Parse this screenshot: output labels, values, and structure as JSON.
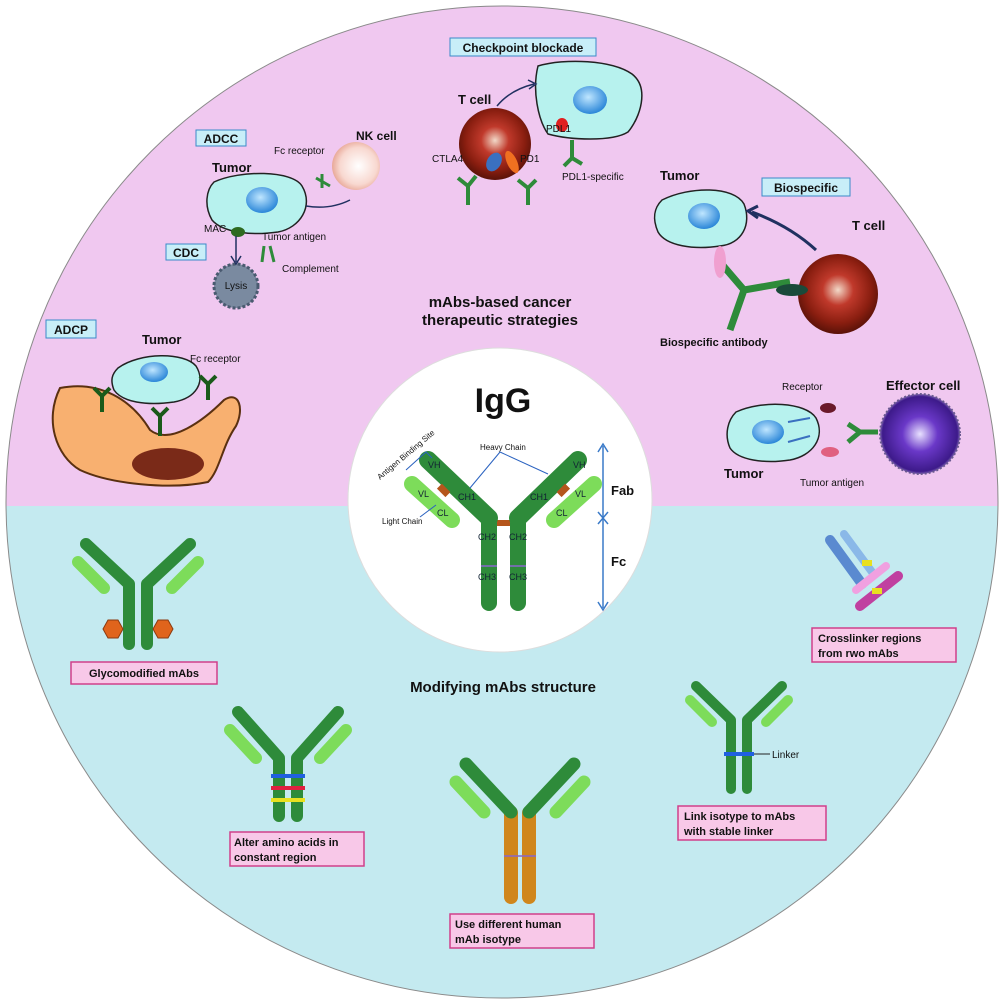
{
  "center": {
    "title": "IgG",
    "fab_label": "Fab",
    "fc_label": "Fc",
    "heavy_chain": "Heavy Chain",
    "light_chain": "Light Chain",
    "antigen_site": "Antigen Binding Site",
    "domains": {
      "vh": "VH",
      "vl": "VL",
      "ch1": "CH1",
      "cl": "CL",
      "ch2": "CH2",
      "ch3": "CH3"
    }
  },
  "top": {
    "heading_line1": "mAbs-based cancer",
    "heading_line2": "therapeutic strategies",
    "checkpoint": {
      "tag": "Checkpoint blockade",
      "t_cell": "T cell",
      "pdl1": "PDL1",
      "ctla4": "CTLA4",
      "pd1": "PD1",
      "pdl1_specific": "PDL1-specific"
    },
    "adcc": {
      "tag": "ADCC",
      "nk_cell": "NK cell",
      "fc_receptor": "Fc receptor",
      "tumor": "Tumor",
      "mac": "MAC",
      "tumor_antigen": "Tumor antigen",
      "complement": "Complement",
      "lysis": "Lysis"
    },
    "cdc": {
      "tag": "CDC"
    },
    "biospecific": {
      "tag": "Biospecific",
      "tumor": "Tumor",
      "t_cell": "T cell",
      "antibody": "Biospecific antibody"
    },
    "adcp": {
      "tag": "ADCP",
      "tumor": "Tumor",
      "fc_receptor": "Fc receptor"
    },
    "effector": {
      "receptor": "Receptor",
      "effector_cell": "Effector cell",
      "tumor": "Tumor",
      "tumor_antigen": "Tumor antigen"
    }
  },
  "bottom": {
    "heading": "Modifying mAbs structure",
    "glyco": "Glycomodified mAbs",
    "alter_line1": "Alter amino acids in",
    "alter_line2": "constant region",
    "isotype_line1": "Use different human",
    "isotype_line2": "mAb isotype",
    "link_line1": "Link isotype to mAbs",
    "link_line2": "with stable linker",
    "linker": "Linker",
    "cross_line1": "Crosslinker regions",
    "cross_line2": "from rwo mAbs"
  },
  "colors": {
    "top_half": "#f0c8f0",
    "bottom_half": "#c4eaf0",
    "heavy_chain": "#2e8b3a",
    "light_chain": "#7ddc5a",
    "tag_fill": "#f8c8e8",
    "tag_stroke": "#d0408a",
    "cell_fill": "#b7f2ee"
  }
}
